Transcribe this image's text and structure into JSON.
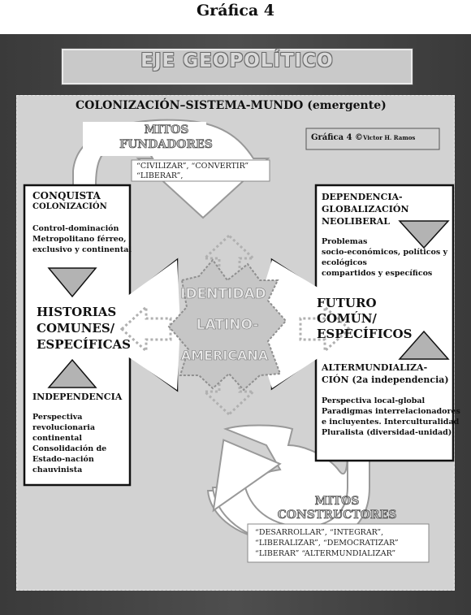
{
  "page_title": "Gráfica 4",
  "banner": "EJE GEOPOLÍTICO",
  "subtitle": "COLONIZACIÓN–SISTEMA-MUNDO (emergente)",
  "credit": {
    "label": "Gráfica 4 ©",
    "author": "Victor H. Ramos"
  },
  "top_arrow": {
    "title_1": "MITOS",
    "title_2": "FUNDADORES",
    "quote_1": "“CIVILIZAR”, “CONVERTIR”",
    "quote_2": "“LIBERAR”,"
  },
  "left_box": {
    "heading_1": "CONQUISTA",
    "heading_2": "COLONIZACIÓN",
    "desc_1": "Control-dominación",
    "desc_2": "Metropolitano férreo,",
    "desc_3": "exclusivo y continental",
    "center_1": "HISTORIAS",
    "center_2": "COMUNES/",
    "center_3": "ESPECÍFICAS",
    "lower_heading": "INDEPENDENCIA",
    "lower_1": "Perspectiva",
    "lower_2": "revolucionaria",
    "lower_3": "continental",
    "lower_4": "Consolidación de",
    "lower_5": "Estado-nación",
    "lower_6": "chauvinista"
  },
  "center": {
    "line_1": "IDENTIDAD",
    "line_2": "LATINO-",
    "line_3": "AMERICANA"
  },
  "right_box": {
    "heading_1": "DEPENDENCIA-",
    "heading_2": "GLOBALIZACIÓN",
    "heading_3": "NEOLIBERAL",
    "desc_1": "Problemas",
    "desc_2": "socio-económicos, políticos  y",
    "desc_3": "ecológicos",
    "desc_4": "compartidos y específicos",
    "center_1": "FUTURO",
    "center_2": "COMÚN/",
    "center_3": "ESPECÍFICOS",
    "lower_heading_1": "ALTERMUNDIALIZA-",
    "lower_heading_2": "CIÓN (2a independencia)",
    "lower_1": "Perspectiva local-global",
    "lower_2": "Paradigmas interrelacionadores",
    "lower_3": "e incluyentes. Interculturalidad",
    "lower_4": "Pluralista (diversidad-unidad)"
  },
  "bottom_arrow": {
    "title_1": "MITOS",
    "title_2": "CONSTRUCTORES",
    "quote_1": "“DESARROLLAR”, “INTEGRAR”,",
    "quote_2": "“LIBERALIZAR”,  “DEMOCRATIZAR”",
    "quote_3": "“LIBERAR” “ALTERMUNDIALIZAR”"
  },
  "colors": {
    "frame": "#444444",
    "panel": "#d2d2d2",
    "triangle": "#b3b3b3",
    "arrow_fill": "#ffffff",
    "text": "#111111"
  }
}
